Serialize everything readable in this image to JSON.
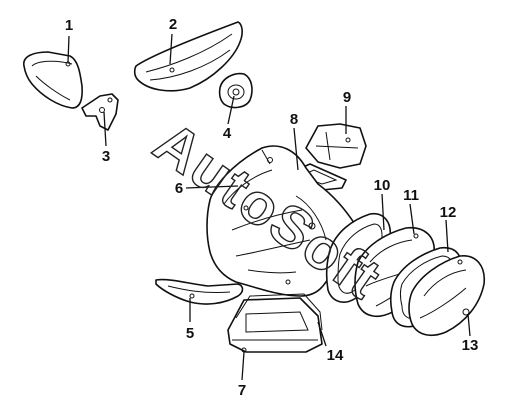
{
  "callouts": {
    "c1": "1",
    "c2": "2",
    "c3": "3",
    "c4": "4",
    "c5": "5",
    "c6": "6",
    "c7": "7",
    "c8": "8",
    "c9": "9",
    "c10": "10",
    "c11": "11",
    "c12": "12",
    "c13": "13",
    "c14": "14"
  },
  "watermark": "AutoSoft"
}
